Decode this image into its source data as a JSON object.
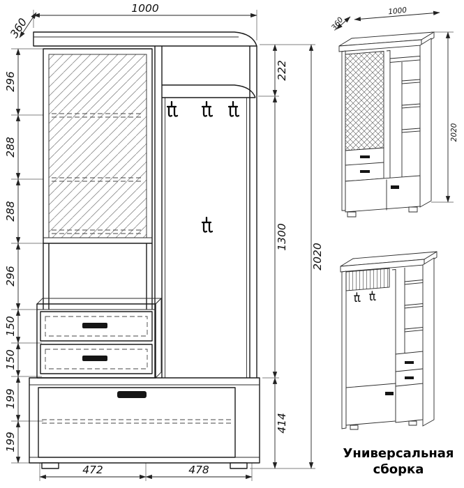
{
  "drawing": {
    "main_view": {
      "top_width": "1000",
      "top_depth": "360",
      "left_dims": [
        "296",
        "288",
        "288",
        "296",
        "150",
        "150",
        "199",
        "199"
      ],
      "right_dims": [
        "222",
        "1300",
        "414"
      ],
      "total_height": "2020",
      "bottom_dims": [
        "472",
        "478"
      ]
    },
    "assembly": {
      "depth": "360",
      "width": "1000",
      "height": "2020",
      "caption_line1": "Универсальная",
      "caption_line2": "сборка"
    }
  }
}
